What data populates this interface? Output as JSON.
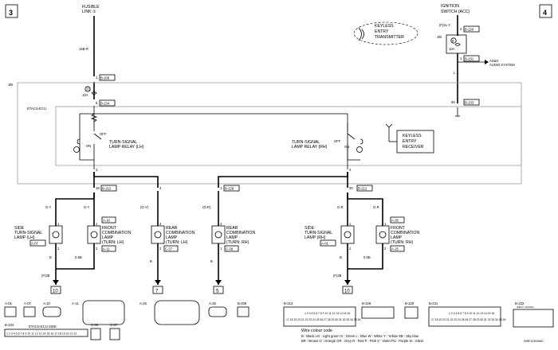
{
  "page": {
    "left_no": "3",
    "right_no": "4",
    "drawing_id": "W9F11E056C"
  },
  "top": {
    "fusible_link": [
      "FUSIBLE",
      "LINK ①"
    ],
    "ign_switch": [
      "IGNITION",
      "SWITCH (ACC)"
    ],
    "wire_15b_r": "15B-R",
    "keyless_tx": [
      "KEYLESS",
      "ENTRY",
      "TRANSMITTER"
    ],
    "f_2l_y": "(F)2L-Y",
    "asg": [
      "AS&G",
      "AUDIO SYSTEM"
    ]
  },
  "jb": {
    "label": "J/B",
    "ecu": "ETACS-ECU",
    "fuse21": "21",
    "fuse21_amp": "10A",
    "fuse9": "9",
    "fuse9_amp": "10A",
    "relay_lh": [
      "TURN-SIGNAL",
      "LAMP RELAY (LH)"
    ],
    "relay_rh": [
      "TURN-SIGNAL",
      "LAMP RELAY (RH)"
    ],
    "off": "OFF",
    "on": "ON",
    "keyless_rx": [
      "KEYLESS",
      "ENTRY",
      "RECEIVER"
    ]
  },
  "pins": {
    "p1": "1",
    "p2": "2",
    "p3": "3",
    "p4": "4",
    "p5": "5",
    "p59": "59",
    "p18": "18",
    "p20": "20",
    "p1b": "1",
    "p11": "11"
  },
  "connectors": {
    "b208": "B-208",
    "b234": "B-234",
    "b233": "B-233",
    "b229": "B-229",
    "b231": "B-231",
    "b212": "B-212",
    "b228": "B-228",
    "a10": "A-10",
    "a07": "A-07",
    "a11": "A-11",
    "a25": "A-25",
    "a26": "A-26",
    "a01": "A-01",
    "c37": "C-37",
    "c36": "C-36"
  },
  "wires": {
    "l": "L",
    "gy": "G-Y",
    "gy_p": "(G-Y)",
    "gr": "G-R",
    "gr_p": "(G-R)",
    "b": "B",
    "b05": "0.5B",
    "f2b": "(F)2B"
  },
  "lamps": {
    "side_lh": [
      "SIDE",
      "TURN-SIGNAL",
      "LAMP (LH)"
    ],
    "front_lh": [
      "FRONT",
      "COMBINATION",
      "LAMP",
      "(TURN: LH)"
    ],
    "rear_lh": [
      "REAR",
      "COMBINATION",
      "LAMP",
      "(TURN: LH)"
    ],
    "rear_rh": [
      "REAR",
      "COMBINATION",
      "LAMP",
      "(TURN: RH)"
    ],
    "side_rh": [
      "SIDE",
      "TURN-SIGNAL",
      "LAMP (RH)"
    ],
    "front_rh": [
      "FRONT",
      "COMBINATION",
      "LAMP",
      "(TURN: RH)"
    ]
  },
  "grounds": {
    "g10": "10",
    "g7": "7",
    "g5": "5"
  },
  "bottom": {
    "etacs_side": "ETACS-ECU SIDE",
    "milky": "(MILKY WHITE)",
    "b234_pins": "1 2 3 4 5 6 7 8 9 10 11 12 13 14 15 16 17 18 19 20 21 22",
    "b212_pins_top": "1 2 3 4 5 6 7 8 9 10 11 12 13 14 15 16",
    "b212_pins_bot": "17 18 19 20 21 22 23 24 25 26 27 28 29 30 31 32 33 34 35 36",
    "b231_pins_top": "1 2 3 4 5 6 7 8 9 10 11 12 13 14 15 16",
    "b231_pins_bot": "17 18 19 20 21 22 23 24 25 26 27 28 29 30 31 32 33 34 35 36",
    "wire_code_title": "Wire colour code",
    "wire_code_1": "B : Black   LG : Light green   G : Green   L : Blue   W : White   Y : Yellow   SB : Sky blue",
    "wire_code_2": "BR : Brown   O : Orange   GR : Grey   R : Red   P : Pink   V : Violet   PU : Purple   SI : Silver"
  }
}
